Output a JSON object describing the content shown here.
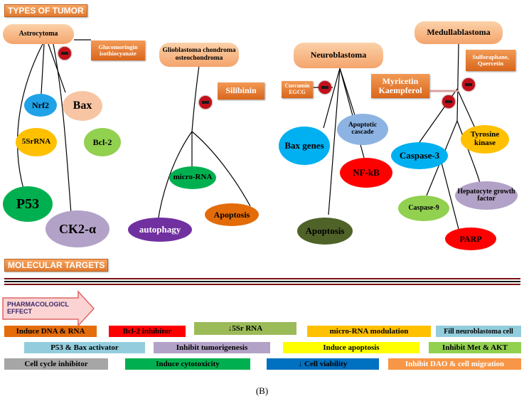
{
  "sections": {
    "types_of_tumor": "TYPES OF TUMOR",
    "molecular_targets": "MOLECULAR TARGETS",
    "pharmacologic_effect": "PHARMACOLOGICL EFFECT"
  },
  "tumors": {
    "astrocytoma": "Astrocytoma",
    "glioblastoma": "Glioblastoma chondroma osteochondroma",
    "neuroblastoma": "Neuroblastoma",
    "medulloblastoma": "Medullablastoma"
  },
  "drugs": {
    "glucomoringin": "Glucomoringin isothiocyanate",
    "silibinin": "Silibinin",
    "curcumin": "Curcumin EGCG",
    "myricetin": "Myricetin Kaempferol",
    "sulforaphane": "Sulforaphane, Quercetin"
  },
  "targets": {
    "nrf2": "Nrf2",
    "bax": "Bax",
    "fivesrrna": "5SrRNA",
    "bcl2": "Bcl-2",
    "p53": "P53",
    "ck2a": "CK2-α",
    "microrna": "micro-RNA",
    "autophagy": "autophagy",
    "apoptosis_glio": "Apoptosis",
    "bax_genes": "Bax genes",
    "apoptotic_cascade": "Apoptotic cascade",
    "nfkb": "NF-kB",
    "apoptosis_neuro": "Apoptosis",
    "caspase3": "Caspase-3",
    "tyrosine_kinase": "Tyrosine kinase",
    "caspase9": "Caspase-9",
    "hgf": "Hepatocyte growth factor",
    "parp": "PARP"
  },
  "effects": [
    {
      "label": "Induce DNA & RNA",
      "color": "#e46c0a"
    },
    {
      "label": "Bcl-2 inhibitor",
      "color": "#ff0000"
    },
    {
      "label": "↓5Sr RNA",
      "color": "#9bbb59"
    },
    {
      "label": "micro-RNA modulation",
      "color": "#ffc000"
    },
    {
      "label": "Fill neuroblastoma cell",
      "color": "#92cddc"
    },
    {
      "label": "P53 & Bax activator",
      "color": "#93cddd"
    },
    {
      "label": "Inhibit tumorigenesis",
      "color": "#b3a2c7"
    },
    {
      "label": "Induce apoptosis",
      "color": "#ffff00"
    },
    {
      "label": "Inhibit Met & AKT",
      "color": "#92d050"
    },
    {
      "label": "Cell cycle inhibitor",
      "color": "#a6a6a6"
    },
    {
      "label": "Induce cytotoxicity",
      "color": "#00b050"
    },
    {
      "label": "↓ Cell viability",
      "color": "#0070c0"
    },
    {
      "label": "Inhibit DAO & cell migration",
      "color": "#f79646"
    }
  ],
  "caption": "(B)"
}
